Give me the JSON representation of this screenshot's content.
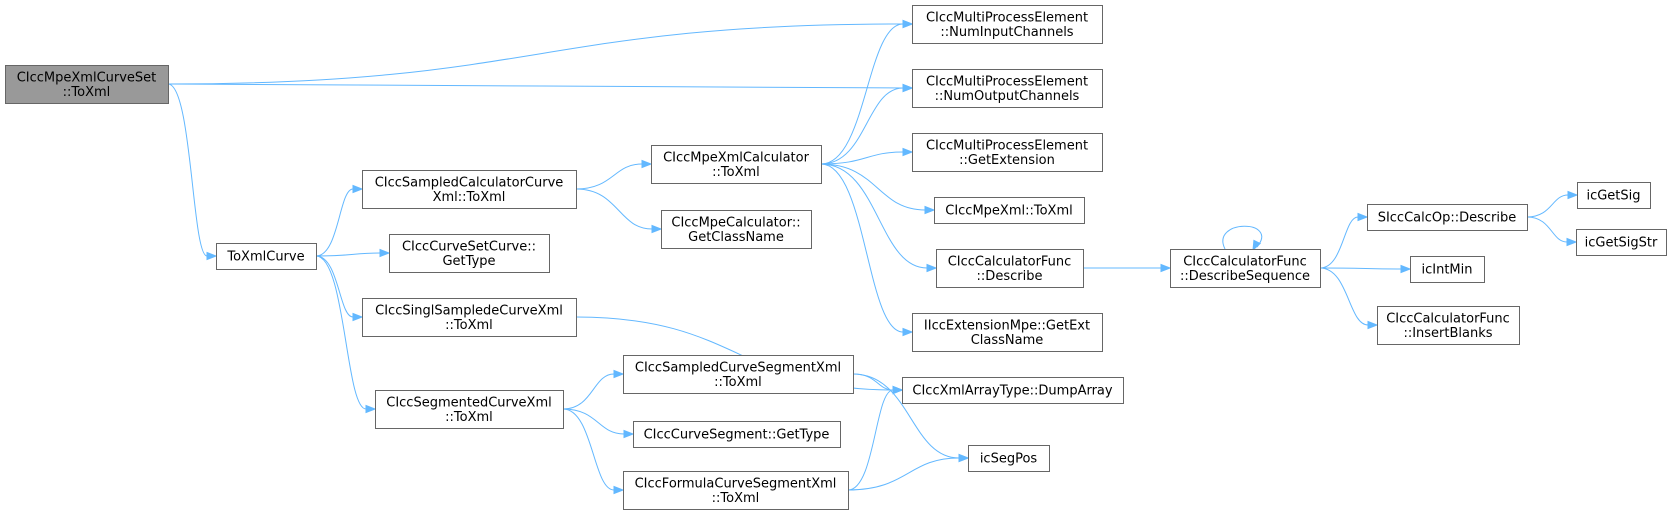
{
  "colors": {
    "edge": "#63b8ff",
    "node_border": "#666666",
    "node_fill": "#ffffff",
    "root_fill": "#999999"
  },
  "nodes": [
    {
      "id": "root",
      "lines": [
        "CIccMpeXmlCurveSet",
        "::ToXml"
      ],
      "root": true
    },
    {
      "id": "numin",
      "lines": [
        "CIccMultiProcessElement",
        "::NumInputChannels"
      ]
    },
    {
      "id": "numout",
      "lines": [
        "CIccMultiProcessElement",
        "::NumOutputChannels"
      ]
    },
    {
      "id": "getext",
      "lines": [
        "CIccMultiProcessElement",
        "::GetExtension"
      ]
    },
    {
      "id": "mpexml",
      "lines": [
        "CIccMpeXml::ToXml"
      ]
    },
    {
      "id": "calcfuncdesc",
      "lines": [
        "CIccCalculatorFunc",
        "::Describe"
      ]
    },
    {
      "id": "extclass",
      "lines": [
        "IIccExtensionMpe::GetExt",
        "ClassName"
      ]
    },
    {
      "id": "dumparray",
      "lines": [
        "CIccXmlArrayType::DumpArray"
      ]
    },
    {
      "id": "segpos",
      "lines": [
        "icSegPos"
      ]
    },
    {
      "id": "calcxml",
      "lines": [
        "CIccMpeXmlCalculator",
        "::ToXml"
      ]
    },
    {
      "id": "mpecalcclass",
      "lines": [
        "CIccMpeCalculator::",
        "GetClassName"
      ]
    },
    {
      "id": "sampcalc",
      "lines": [
        "CIccSampledCalculatorCurve",
        "Xml::ToXml"
      ]
    },
    {
      "id": "curvesetcurve",
      "lines": [
        "CIccCurveSetCurve::",
        "GetType"
      ]
    },
    {
      "id": "singl",
      "lines": [
        "CIccSinglSampledeCurveXml",
        "::ToXml"
      ]
    },
    {
      "id": "segcurve",
      "lines": [
        "CIccSegmentedCurveXml",
        "::ToXml"
      ]
    },
    {
      "id": "sampseg",
      "lines": [
        "CIccSampledCurveSegmentXml",
        "::ToXml"
      ]
    },
    {
      "id": "curveseg",
      "lines": [
        "CIccCurveSegment::GetType"
      ]
    },
    {
      "id": "formula",
      "lines": [
        "CIccFormulaCurveSegmentXml",
        "::ToXml"
      ]
    },
    {
      "id": "toxmlcurve",
      "lines": [
        "ToXmlCurve"
      ]
    },
    {
      "id": "descseq",
      "lines": [
        "CIccCalculatorFunc",
        "::DescribeSequence"
      ]
    },
    {
      "id": "calcop",
      "lines": [
        "SIccCalcOp::Describe"
      ]
    },
    {
      "id": "intmin",
      "lines": [
        "icIntMin"
      ]
    },
    {
      "id": "insertblanks",
      "lines": [
        "CIccCalculatorFunc",
        "::InsertBlanks"
      ]
    },
    {
      "id": "getsig",
      "lines": [
        "icGetSig"
      ]
    },
    {
      "id": "getsigstr",
      "lines": [
        "icGetSigStr"
      ]
    }
  ],
  "edges": [
    [
      "root",
      "numin"
    ],
    [
      "root",
      "numout"
    ],
    [
      "root",
      "toxmlcurve"
    ],
    [
      "toxmlcurve",
      "sampcalc"
    ],
    [
      "toxmlcurve",
      "curvesetcurve"
    ],
    [
      "toxmlcurve",
      "singl"
    ],
    [
      "toxmlcurve",
      "segcurve"
    ],
    [
      "sampcalc",
      "calcxml"
    ],
    [
      "sampcalc",
      "mpecalcclass"
    ],
    [
      "calcxml",
      "numin"
    ],
    [
      "calcxml",
      "numout"
    ],
    [
      "calcxml",
      "getext"
    ],
    [
      "calcxml",
      "mpexml"
    ],
    [
      "calcxml",
      "calcfuncdesc"
    ],
    [
      "calcxml",
      "extclass"
    ],
    [
      "calcfuncdesc",
      "descseq"
    ],
    [
      "descseq",
      "descseq"
    ],
    [
      "descseq",
      "calcop"
    ],
    [
      "descseq",
      "intmin"
    ],
    [
      "descseq",
      "insertblanks"
    ],
    [
      "calcop",
      "getsig"
    ],
    [
      "calcop",
      "getsigstr"
    ],
    [
      "singl",
      "dumparray"
    ],
    [
      "segcurve",
      "sampseg"
    ],
    [
      "segcurve",
      "curveseg"
    ],
    [
      "segcurve",
      "formula"
    ],
    [
      "sampseg",
      "dumparray"
    ],
    [
      "sampseg",
      "segpos"
    ],
    [
      "formula",
      "dumparray"
    ],
    [
      "formula",
      "segpos"
    ]
  ]
}
